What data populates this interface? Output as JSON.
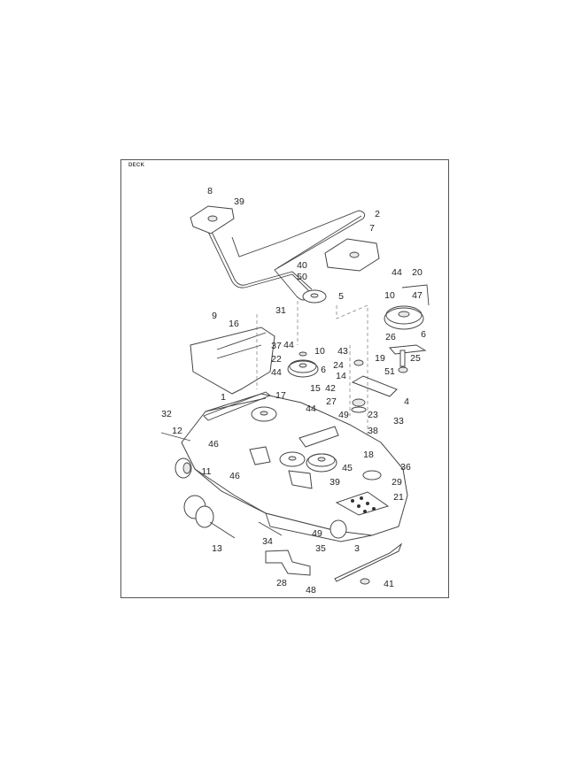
{
  "title": "DECK",
  "callouts": [
    "8",
    "39",
    "2",
    "7",
    "40",
    "50",
    "5",
    "44",
    "20",
    "10",
    "47",
    "31",
    "9",
    "16",
    "6",
    "26",
    "37",
    "44",
    "10",
    "43",
    "19",
    "25",
    "22",
    "24",
    "6",
    "44",
    "14",
    "51",
    "15",
    "42",
    "1",
    "17",
    "27",
    "4",
    "44",
    "49",
    "23",
    "33",
    "32",
    "12",
    "38",
    "46",
    "18",
    "36",
    "11",
    "45",
    "46",
    "39",
    "29",
    "21",
    "49",
    "34",
    "13",
    "35",
    "3",
    "28",
    "41",
    "48"
  ]
}
